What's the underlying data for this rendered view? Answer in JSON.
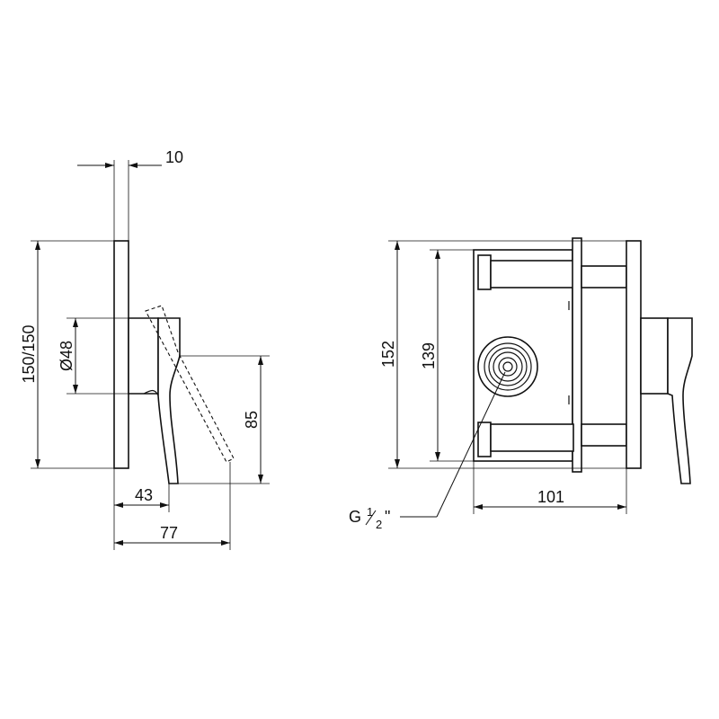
{
  "dimensions": {
    "plate_thickness": "10",
    "plate_height": "150/150",
    "body_diameter": "Ø48",
    "lever_height": "85",
    "body_depth": "43",
    "overall_depth": "77",
    "box_height_outer": "152",
    "box_height_inner": "139",
    "box_depth": "101"
  },
  "thread_label": {
    "prefix": "G ",
    "numerator": "1",
    "denominator": "2",
    "suffix": "\""
  }
}
